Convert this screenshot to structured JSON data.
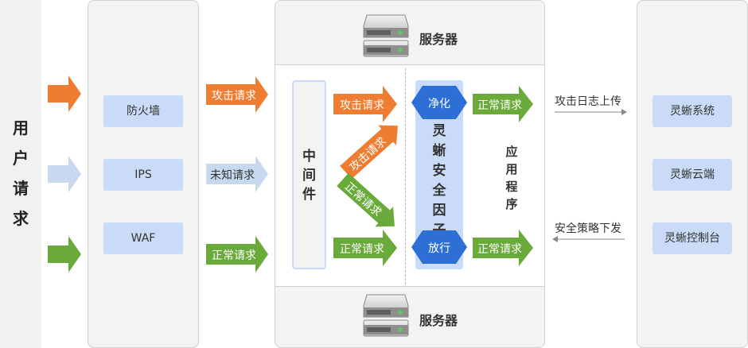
{
  "user": {
    "label_chars": [
      "用",
      "户",
      "请",
      "求"
    ]
  },
  "firewall_panel": {
    "items": [
      "防火墙",
      "IPS",
      "WAF"
    ]
  },
  "left_arrows": {
    "attack": "攻击请求",
    "unknown": "未知请求",
    "normal": "正常请求"
  },
  "server": {
    "top_label": "服务器",
    "bottom_label": "服务器"
  },
  "middleware": {
    "chars": [
      "中",
      "间",
      "件"
    ]
  },
  "inner_arrows": {
    "attack_top": "攻击请求",
    "attack_diag": "攻击请求",
    "normal_diag": "正常请求",
    "normal_bottom": "正常请求"
  },
  "factor": {
    "chars": [
      "灵",
      "蜥",
      "安",
      "全",
      "因",
      "子"
    ],
    "purify": "净化",
    "release": "放行"
  },
  "out_arrows": {
    "top": "正常请求",
    "bottom": "正常请求"
  },
  "app": {
    "chars": [
      "应",
      "用",
      "程",
      "序"
    ]
  },
  "right_links": {
    "upload": "攻击日志上传",
    "dispatch": "安全策略下发"
  },
  "right_panel": {
    "items": [
      "灵蜥系统",
      "灵蜥云端",
      "灵蜥控制台"
    ]
  },
  "colors": {
    "orange": "#ef7d31",
    "green": "#6aaa3a",
    "lightblue": "#c7d8ef",
    "blue": "#2e6fd6",
    "box": "#c9dbf6"
  }
}
